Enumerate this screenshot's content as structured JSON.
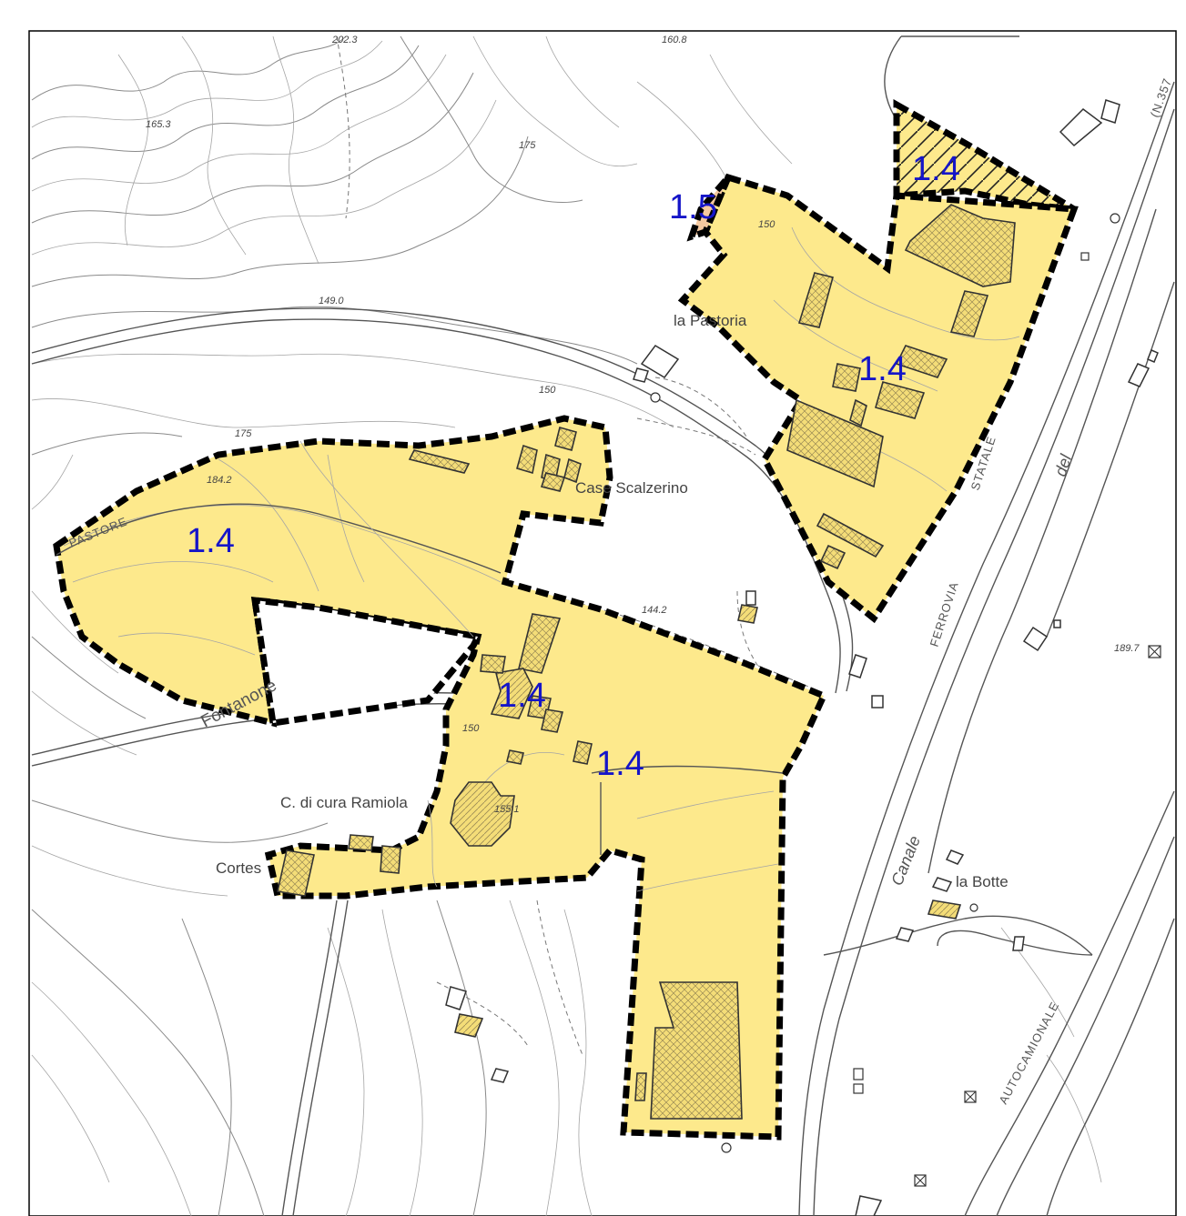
{
  "places": {
    "la_pastoria": "la Pastoria",
    "case_scalzerino": "Case Scalzerino",
    "casa_cura": "C. di cura Ramiola",
    "cortes": "Cortes",
    "la_botte": "la Botte"
  },
  "roads": {
    "pastore": "PASTORE",
    "fontanone": "Fontanone",
    "statale": "STATALE",
    "del": "del",
    "ferrovia": "FERROVIA",
    "canale": "Canale",
    "autocamionale": "AUTOCAMIONALE",
    "n357": "(N.357"
  },
  "elevations": {
    "e1": "202.3",
    "e2": "160.8",
    "e3": "165.3",
    "e4": "175",
    "e5": "150",
    "e6": "149.0",
    "e7": "150",
    "e8": "175",
    "e9": "184.2",
    "e10": "144.2",
    "e11": "150",
    "e12": "155.1",
    "e13": "189.7"
  },
  "zones": {
    "z_north": "1.4",
    "z_small": "1.5",
    "z_east": "1.4",
    "z_west": "1.4",
    "z_center": "1.4",
    "z_south": "1.4"
  },
  "colors": {
    "zone_fill": "#fde98c",
    "zone_1_5_fill": "#f5c9a0",
    "zone_label": "#1515c8",
    "boundary": "#000000"
  }
}
